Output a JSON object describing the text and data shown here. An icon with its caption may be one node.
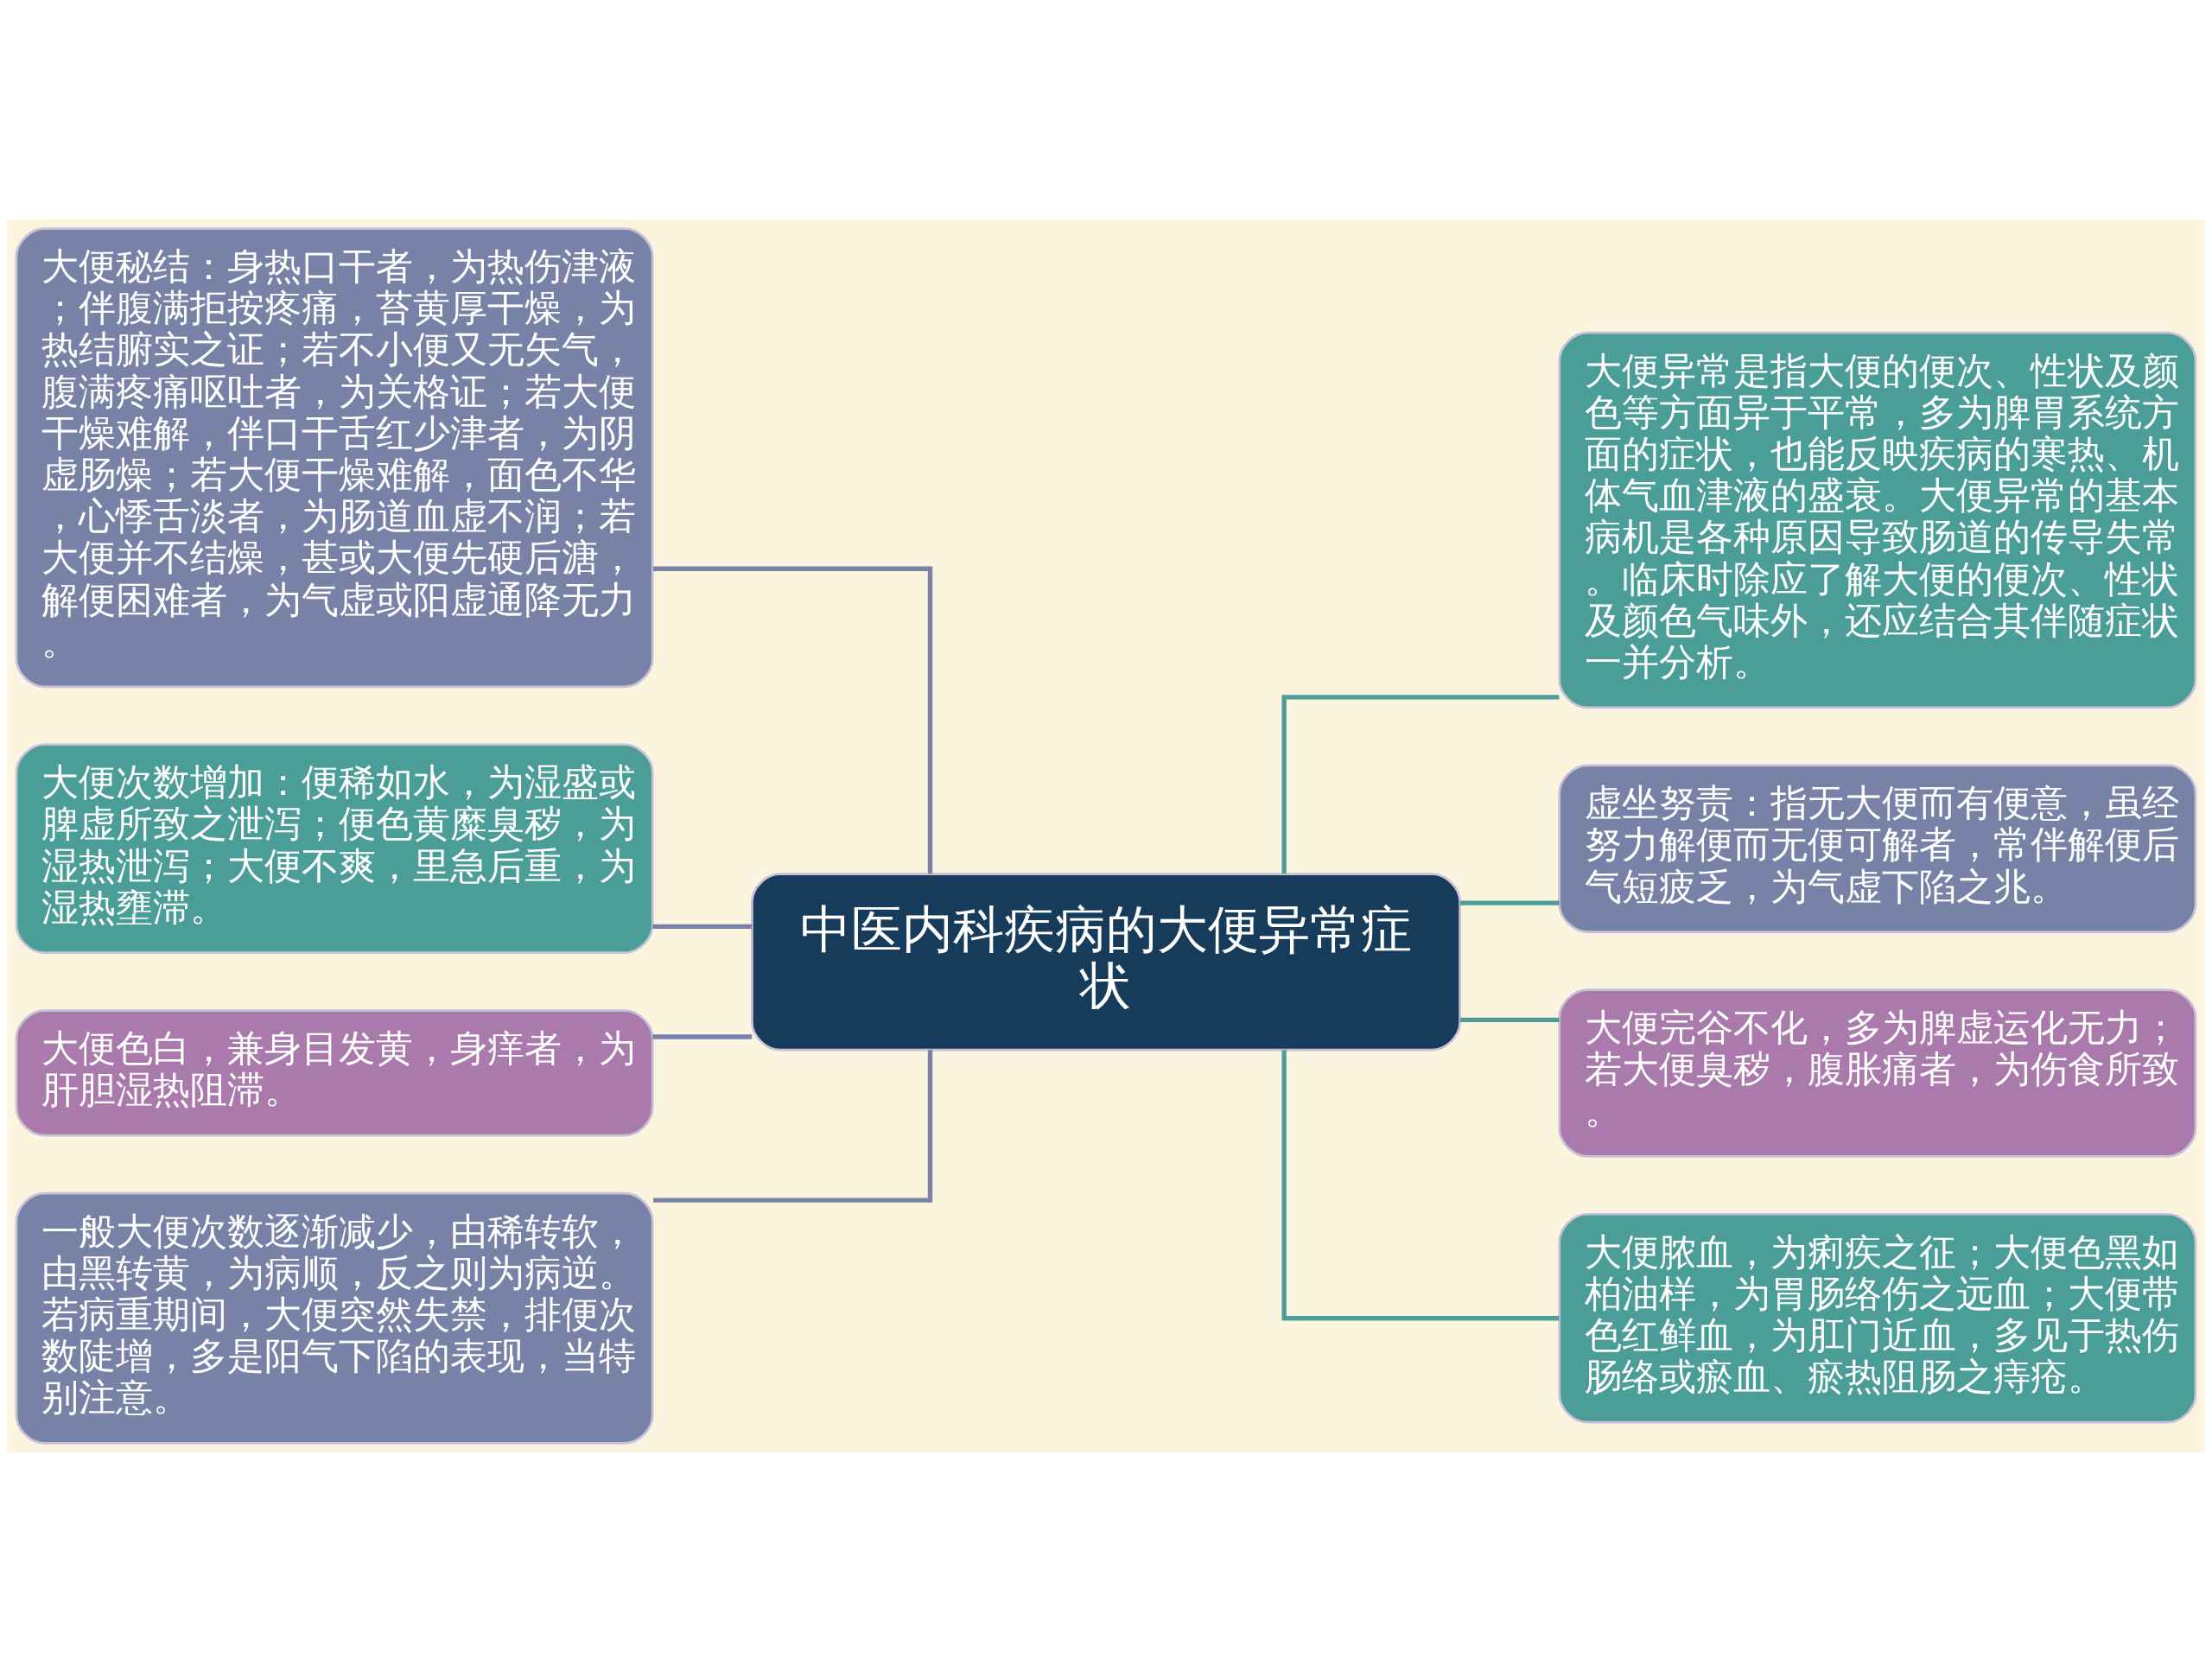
{
  "diagram": {
    "nodes": [
      {
        "text": [
          "中医内科疾病的大便异常症状"
        ]
      },
      {
        "text": [
          "大便秘结：身热口干者，为热伤津液；伴腹满拒按疼痛，苔黄厚干燥，为热结腑实之证；若不小便又无矢气，腹满疼痛呕吐者，为关格证；若大便干燥难解，伴口干舌红少津者，为阴虚肠燥；若大便干燥难解，面色不华，心悸舌淡者，为肠道血虚不润；若大便并不结燥，甚或大便先硬后溏，解便困难者，为气虚或阳虚通降无力。"
        ]
      },
      {
        "text": [
          "大便次数增加：便稀如水，为湿盛或脾虚所致之泄泻；便色黄糜臭秽，为湿热泄泻；大便不爽，里急后重，为湿热壅滞。"
        ]
      },
      {
        "text": [
          "大便色白，兼身目发黄，身痒者，为肝胆湿热阻滞。"
        ]
      },
      {
        "text": [
          "一般大便次数逐渐减少，由稀转软，由黑转黄，为病顺，反之则为病逆。若病重期间，大便突然失禁，排便次数陡增，多是阳气下陷的表现，当特别注意。"
        ]
      },
      {
        "text": [
          "大便异常是指大便的便次、性状及颜色等方面异于平常，多为脾胃系统方面的症状，也能反映疾病的寒热、机体气血津液的盛衰。大便异常的基本病机是各种原因导致肠道的传导失常。临床时除应了解大便的便次、性状及颜色气味外，还应结合其伴随症状一并分析。"
        ]
      },
      {
        "text": [
          "虚坐努责：指无大便而有便意，虽经努力解便而无便可解者，常伴解便后气短疲乏，为气虚下陷之兆。"
        ]
      },
      {
        "text": [
          "大便完谷不化，多为脾虚运化无力；若大便臭秽，腹胀痛者，为伤食所致。"
        ]
      },
      {
        "text": [
          "大便脓血，为痢疾之征；大便色黑如柏油样，为胃肠络伤之远血；大便带色红鲜血，为肛门近血，多见于热伤肠络或瘀血、瘀热阻肠之痔疮。"
        ]
      }
    ],
    "edges": [
      {
        "from": 0,
        "to": 1,
        "arrow": "none",
        "color": "#7b82a8"
      },
      {
        "from": 0,
        "to": 2,
        "arrow": "none",
        "color": "#7b82a8"
      },
      {
        "from": 0,
        "to": 3,
        "arrow": "none",
        "color": "#7b82a8"
      },
      {
        "from": 0,
        "to": 4,
        "arrow": "none",
        "color": "#7b82a8"
      },
      {
        "from": 0,
        "to": 5,
        "arrow": "none",
        "color": "#4f9c98"
      },
      {
        "from": 0,
        "to": 6,
        "arrow": "none",
        "color": "#4f9c98"
      },
      {
        "from": 0,
        "to": 7,
        "arrow": "none",
        "color": "#4f9c98"
      },
      {
        "from": 0,
        "to": 8,
        "arrow": "none",
        "color": "#4f9c98"
      }
    ]
  }
}
